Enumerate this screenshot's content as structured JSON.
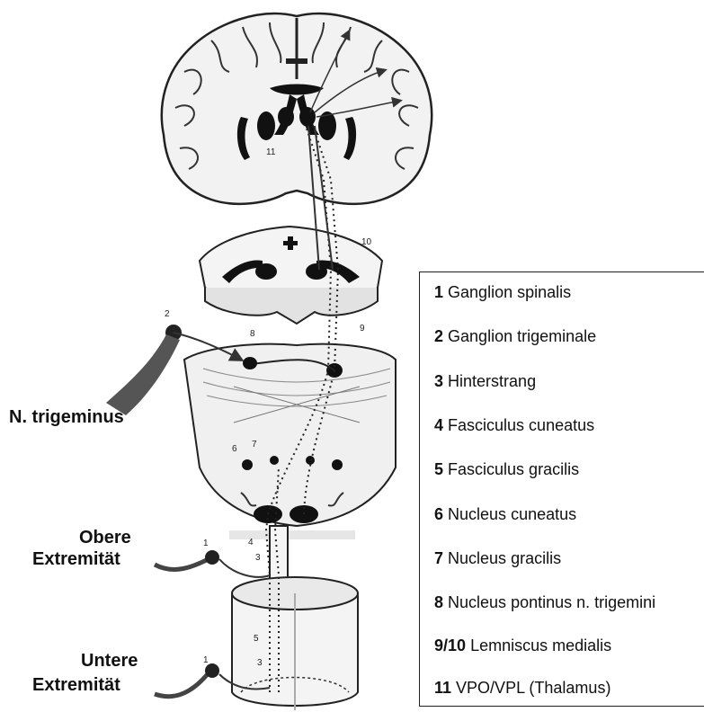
{
  "labels": {
    "trigeminus": "N. trigeminus",
    "upper": [
      "Obere",
      "Extremität"
    ],
    "lower": [
      "Untere",
      "Extremität"
    ]
  },
  "numbers": [
    "1",
    "1",
    "2",
    "3",
    "3",
    "4",
    "5",
    "6",
    "7",
    "8",
    "9",
    "10",
    "11"
  ],
  "legend": [
    {
      "num": "1",
      "text": "Ganglion spinalis"
    },
    {
      "num": "2",
      "text": "Ganglion trigeminale"
    },
    {
      "num": "3",
      "text": "Hinterstrang"
    },
    {
      "num": "4",
      "text": "Fasciculus cuneatus"
    },
    {
      "num": "5",
      "text": "Fasciculus gracilis"
    },
    {
      "num": "6",
      "text": "Nucleus cuneatus"
    },
    {
      "num": "7",
      "text": "Nucleus gracilis"
    },
    {
      "num": "8",
      "text": "Nucleus pontinus n. trigemini"
    },
    {
      "num": "9/10",
      "text": "Lemniscus medialis"
    },
    {
      "num": "11",
      "text": "VPO/VPL (Thalamus)"
    }
  ]
}
